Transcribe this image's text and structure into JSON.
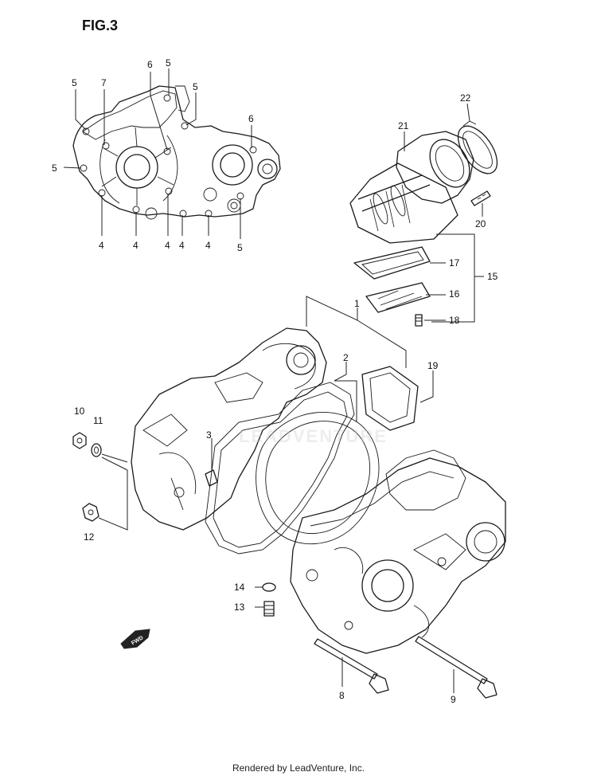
{
  "figure": {
    "title": "FIG.3"
  },
  "footer": {
    "credit": "Rendered by LeadVenture, Inc."
  },
  "watermark": {
    "text": "LEADVENTURE"
  },
  "icons": {
    "forward_arrow": "fwd-arrow-icon",
    "forward_text": "FWD"
  },
  "callouts": [
    {
      "id": "c1",
      "label": "1"
    },
    {
      "id": "c2",
      "label": "2"
    },
    {
      "id": "c3",
      "label": "3"
    },
    {
      "id": "c4a",
      "label": "4"
    },
    {
      "id": "c4b",
      "label": "4"
    },
    {
      "id": "c4c",
      "label": "4"
    },
    {
      "id": "c4d",
      "label": "4"
    },
    {
      "id": "c4e",
      "label": "4"
    },
    {
      "id": "c5a",
      "label": "5"
    },
    {
      "id": "c5b",
      "label": "5"
    },
    {
      "id": "c5c",
      "label": "5"
    },
    {
      "id": "c5d",
      "label": "5"
    },
    {
      "id": "c5e",
      "label": "5"
    },
    {
      "id": "c6a",
      "label": "6"
    },
    {
      "id": "c6b",
      "label": "6"
    },
    {
      "id": "c7",
      "label": "7"
    },
    {
      "id": "c8",
      "label": "8"
    },
    {
      "id": "c9",
      "label": "9"
    },
    {
      "id": "c10",
      "label": "10"
    },
    {
      "id": "c11",
      "label": "11"
    },
    {
      "id": "c12",
      "label": "12"
    },
    {
      "id": "c13",
      "label": "13"
    },
    {
      "id": "c14",
      "label": "14"
    },
    {
      "id": "c15",
      "label": "15"
    },
    {
      "id": "c16",
      "label": "16"
    },
    {
      "id": "c17",
      "label": "17"
    },
    {
      "id": "c18",
      "label": "18"
    },
    {
      "id": "c19",
      "label": "19"
    },
    {
      "id": "c20",
      "label": "20"
    },
    {
      "id": "c21",
      "label": "21"
    },
    {
      "id": "c22",
      "label": "22"
    }
  ]
}
